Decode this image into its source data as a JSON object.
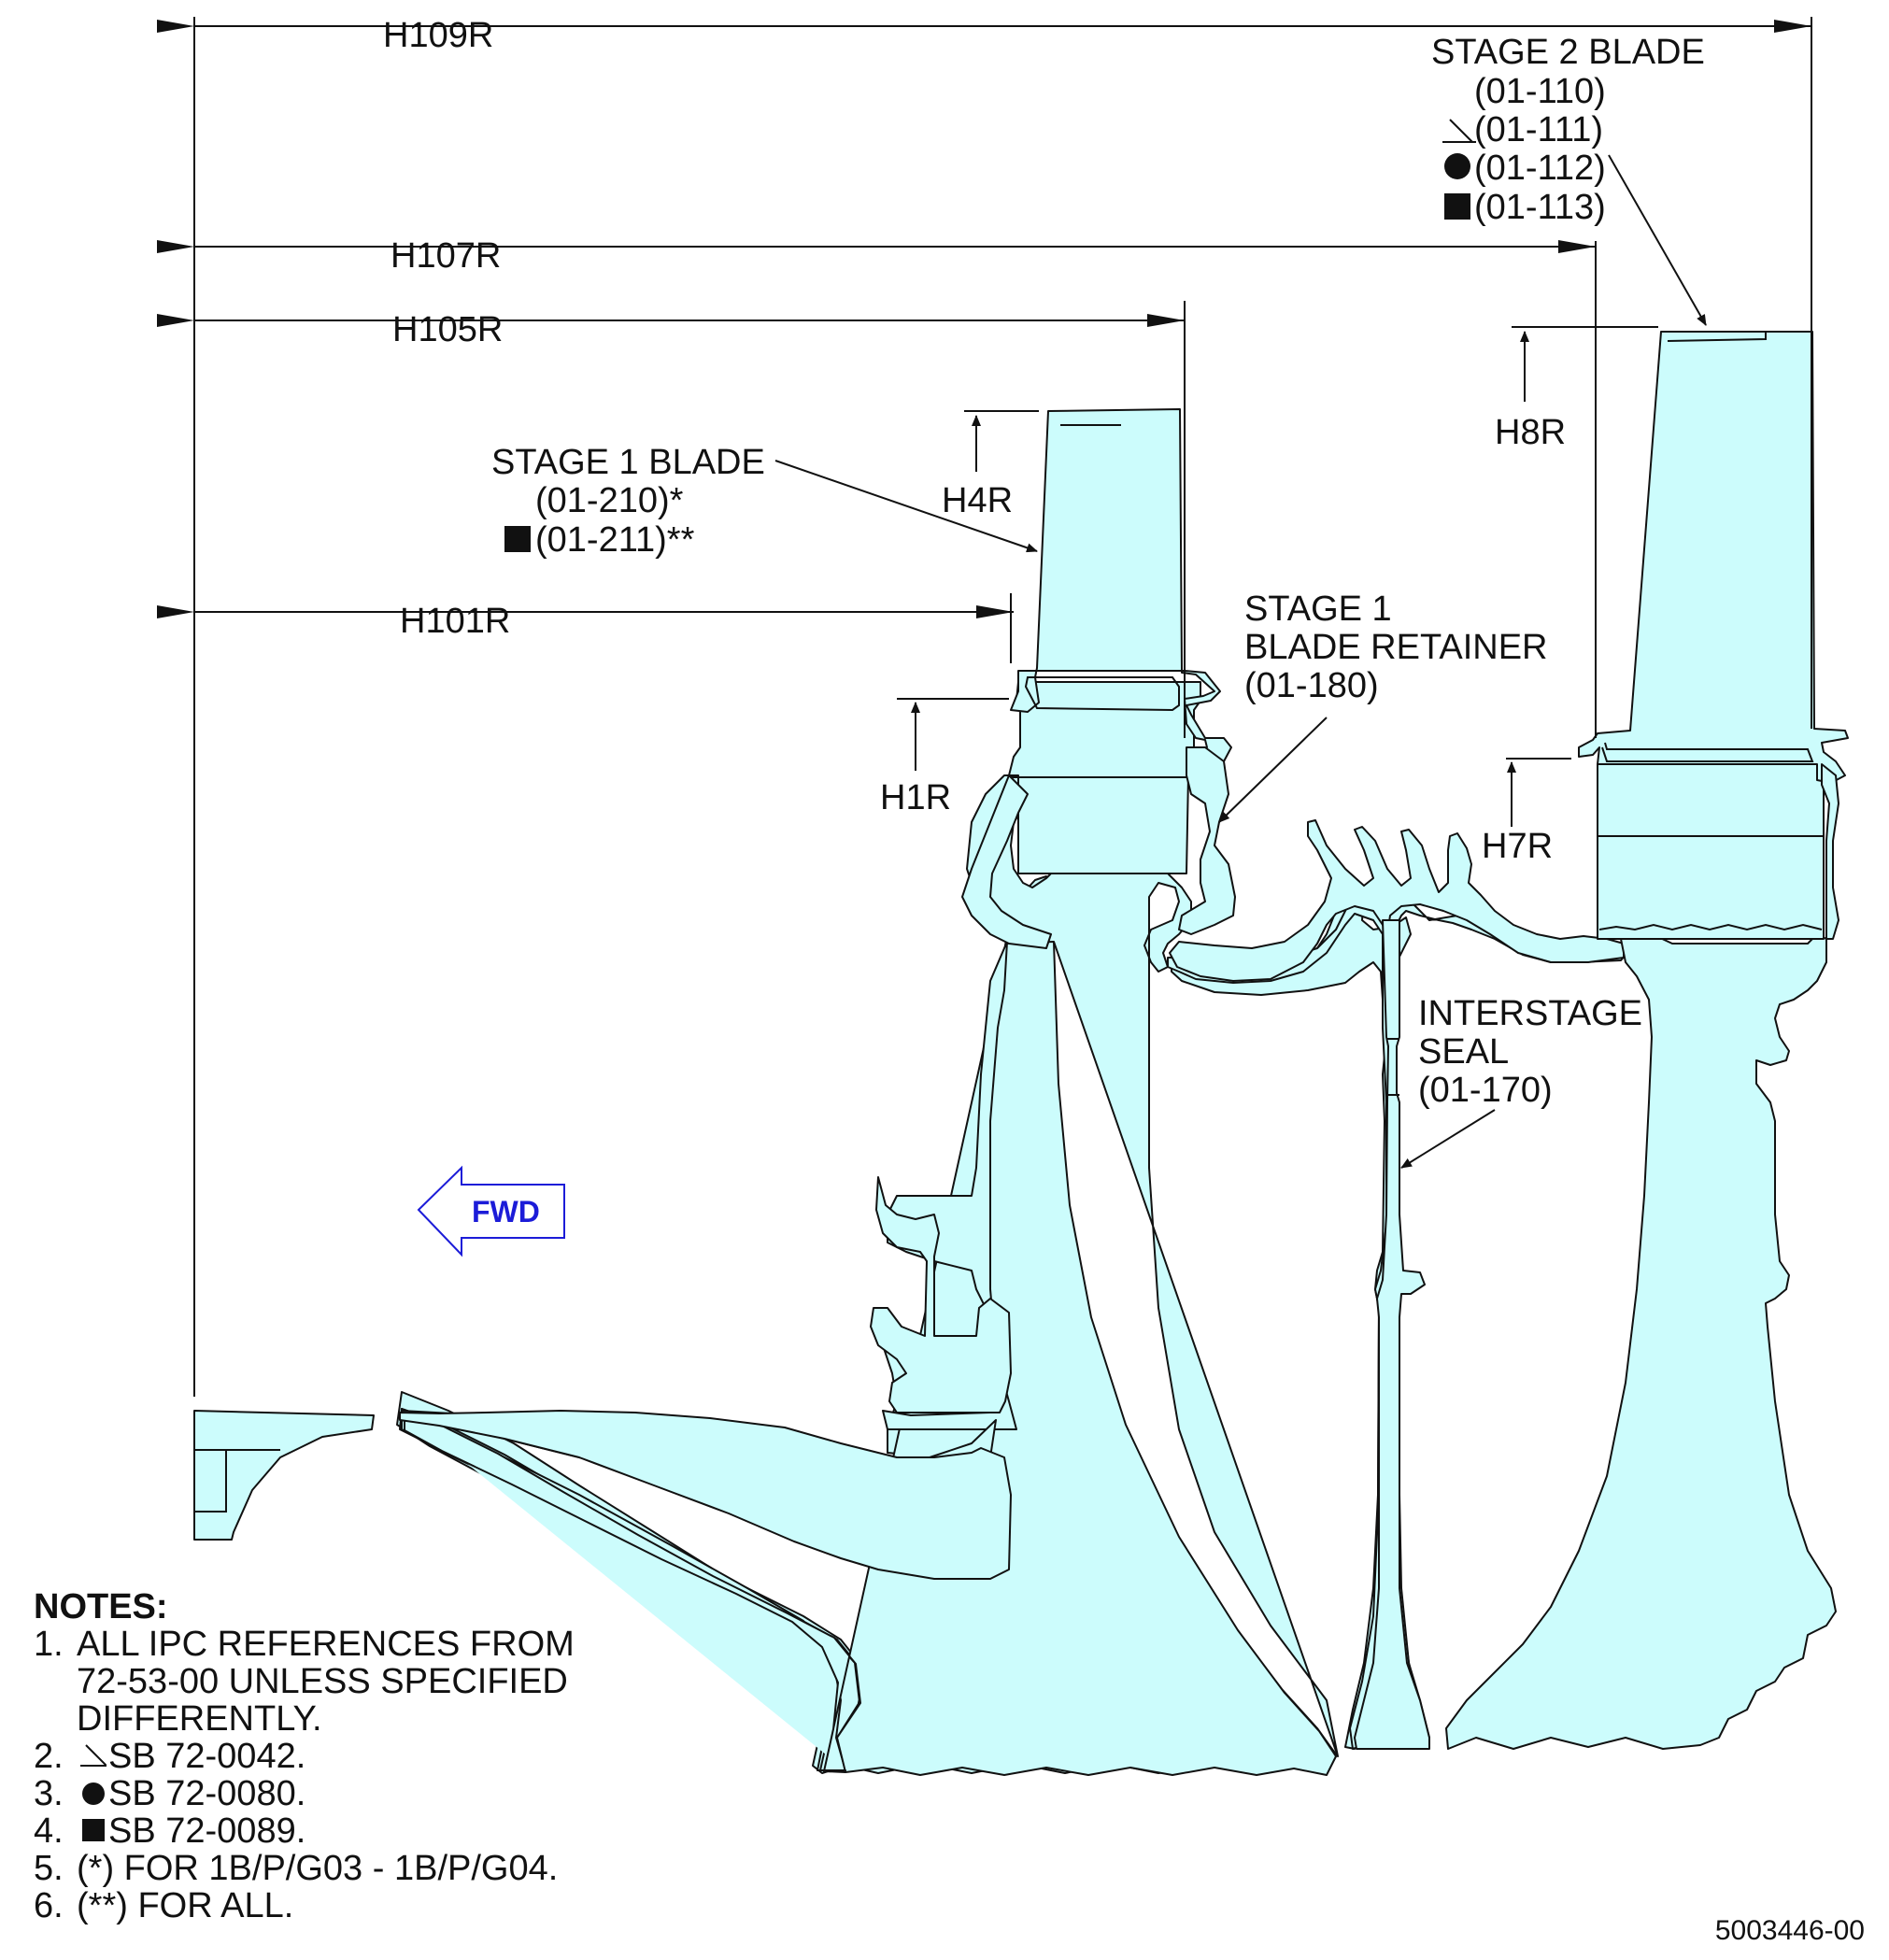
{
  "dimensions": {
    "h109r": "H109R",
    "h107r": "H107R",
    "h105r": "H105R",
    "h101r": "H101R",
    "h4r": "H4R",
    "h1r": "H1R",
    "h8r": "H8R",
    "h7r": "H7R"
  },
  "callouts": {
    "stage2_blade": {
      "title": "STAGE 2 BLADE",
      "refs": [
        "(01-110)",
        "(01-111)",
        "(01-112)",
        "(01-113)"
      ]
    },
    "stage1_blade": {
      "title": "STAGE 1 BLADE",
      "refs": [
        "(01-210)*",
        "(01-211)**"
      ]
    },
    "retainer": {
      "line1": "STAGE 1",
      "line2": "BLADE RETAINER",
      "line3": "(01-180)"
    },
    "seal": {
      "line1": "INTERSTAGE",
      "line2": "SEAL",
      "line3": "(01-170)"
    }
  },
  "fwd_label": "FWD",
  "notes": {
    "heading": "NOTES:",
    "n1_num": "1.",
    "n1_line1": "ALL IPC REFERENCES FROM",
    "n1_line2": "72-53-00 UNLESS SPECIFIED",
    "n1_line3": "DIFFERENTLY.",
    "n2_num": "2.",
    "n2_text": "SB 72-0042.",
    "n3_num": "3.",
    "n3_text": "SB 72-0080.",
    "n4_num": "4.",
    "n4_text": "SB 72-0089.",
    "n5_num": "5.",
    "n5_text": "(*) FOR 1B/P/G03 - 1B/P/G04.",
    "n6_num": "6.",
    "n6_text": "(**) FOR ALL."
  },
  "figure_number": "5003446-00",
  "colors": {
    "part_fill": "#ccfcfc",
    "fwd_arrow": "#1c1cd8"
  },
  "symbols": {
    "sb_0042": "triangle-flag-icon",
    "sb_0080": "filled-circle-icon",
    "sb_0089": "filled-square-icon"
  }
}
